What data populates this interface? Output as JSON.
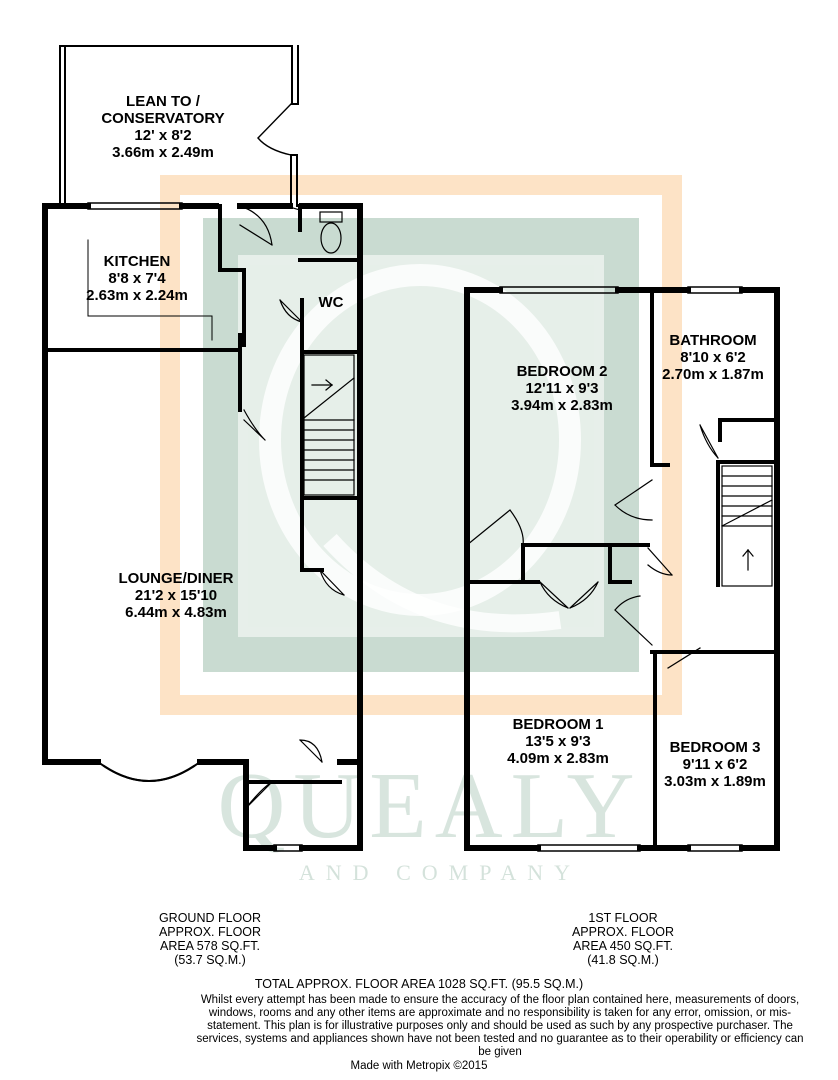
{
  "watermark": {
    "brand": "QUEALY",
    "subtitle": "AND COMPANY",
    "colors": {
      "orange": "#fde3c6",
      "green": "#b6cfc2",
      "light_green": "#dde9e2",
      "inner": "#e9f1ec"
    }
  },
  "rooms": {
    "conservatory": {
      "name_line1": "LEAN TO /",
      "name_line2": "CONSERVATORY",
      "imperial": "12' x 8'2",
      "metric": "3.66m x 2.49m"
    },
    "kitchen": {
      "name": "KITCHEN",
      "imperial": "8'8 x 7'4",
      "metric": "2.63m x 2.24m"
    },
    "wc": {
      "name": "WC"
    },
    "lounge": {
      "name": "LOUNGE/DINER",
      "imperial": "21'2 x 15'10",
      "metric": "6.44m x 4.83m"
    },
    "bedroom2": {
      "name": "BEDROOM 2",
      "imperial": "12'11 x 9'3",
      "metric": "3.94m x 2.83m"
    },
    "bathroom": {
      "name": "BATHROOM",
      "imperial": "8'10 x 6'2",
      "metric": "2.70m x 1.87m"
    },
    "bedroom1": {
      "name": "BEDROOM 1",
      "imperial": "13'5 x 9'3",
      "metric": "4.09m x 2.83m"
    },
    "bedroom3": {
      "name": "BEDROOM 3",
      "imperial": "9'11 x 6'2",
      "metric": "3.03m x 1.89m"
    }
  },
  "floors": {
    "ground": {
      "line1": "GROUND FLOOR",
      "line2": "APPROX. FLOOR",
      "line3": "AREA 578 SQ.FT.",
      "line4": "(53.7 SQ.M.)"
    },
    "first": {
      "line1": "1ST FLOOR",
      "line2": "APPROX. FLOOR",
      "line3": "AREA 450 SQ.FT.",
      "line4": "(41.8 SQ.M.)"
    }
  },
  "total": "TOTAL APPROX. FLOOR AREA 1028 SQ.FT. (95.5 SQ.M.)",
  "disclaimer": "Whilst every attempt has been made to ensure the accuracy of the floor plan contained here, measurements of doors, windows, rooms and any other items are approximate and no responsibility is taken for any error, omission, or mis-statement. This plan is for illustrative purposes only and should be used as such by any prospective purchaser. The services, systems and appliances shown have not been tested and no guarantee as to their operability or efficiency can be given",
  "credit": "Made with Metropix ©2015"
}
